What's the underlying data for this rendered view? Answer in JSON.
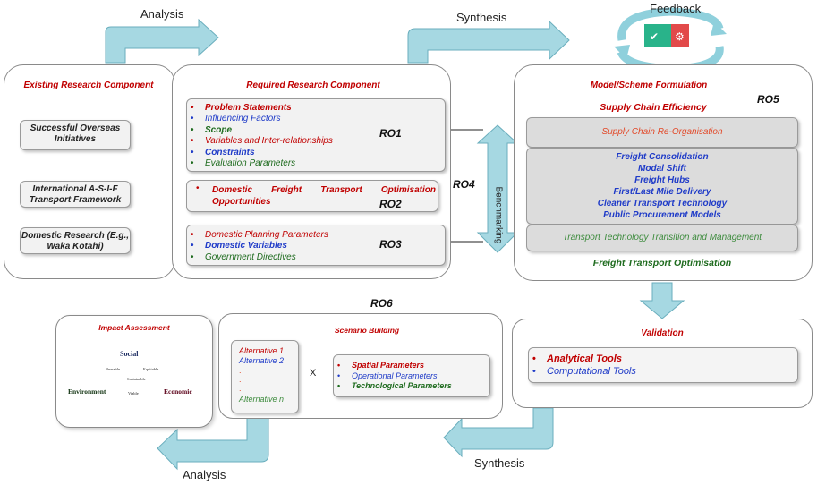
{
  "labels": {
    "analysis_top": "Analysis",
    "synthesis_top": "Synthesis",
    "feedback": "Feedback",
    "analysis_bottom": "Analysis",
    "synthesis_bottom": "Synthesis",
    "benchmarking": "Benchmarking"
  },
  "existing": {
    "title": "Existing Research Component",
    "items": [
      "Successful Overseas Initiatives",
      "International A-S-I-F Transport Framework",
      "Domestic Research (E.g., Waka Kotahi)"
    ]
  },
  "required": {
    "title": "Required Research Component",
    "ro1": {
      "code": "RO1",
      "items": [
        {
          "text": "Problem Statements",
          "color": "red",
          "bold": true
        },
        {
          "text": "Influencing Factors",
          "color": "blue",
          "bold": false
        },
        {
          "text": "Scope",
          "color": "green",
          "bold": true
        },
        {
          "text": "Variables and Inter-relationships",
          "color": "red",
          "bold": false
        },
        {
          "text": "Constraints",
          "color": "blue",
          "bold": true
        },
        {
          "text": "Evaluation Parameters",
          "color": "green",
          "bold": false
        }
      ]
    },
    "ro2": {
      "code": "RO2",
      "text": "Domestic Freight Transport Optimisation Opportunities"
    },
    "ro3": {
      "code": "RO3",
      "items": [
        {
          "text": "Domestic Planning Parameters",
          "color": "red",
          "bold": false
        },
        {
          "text": "Domestic Variables",
          "color": "blue",
          "bold": true
        },
        {
          "text": "Government Directives",
          "color": "green",
          "bold": false
        }
      ]
    },
    "ro4": "RO4"
  },
  "model": {
    "title": "Model/Scheme Formulation",
    "ro5": "RO5",
    "subtitle": "Supply Chain Efficiency",
    "reorg": "Supply Chain Re-Organisation",
    "measures": [
      "Freight Consolidation",
      "Modal Shift",
      "Freight Hubs",
      "First/Last Mile Delivery",
      "Cleaner Transport Technology",
      "Public Procurement Models"
    ],
    "transition": "Transport Technology Transition and Management",
    "footer": "Freight Transport Optimisation"
  },
  "ro6": "RO6",
  "impact": {
    "title": "Impact Assessment",
    "social": "Social",
    "environment": "Environment",
    "economic": "Economic",
    "bearable": "Bearable",
    "equitable": "Equitable",
    "viable": "Viable",
    "center": "Sustainable"
  },
  "scenario": {
    "title": "Scenario Building",
    "alt1": "Alternative 1",
    "alt2": "Alternative 2",
    "dots": [
      ".",
      ".",
      "."
    ],
    "altn": "Alternative n",
    "times": "X",
    "params": [
      {
        "text": "Spatial Parameters",
        "color": "red",
        "bold": true
      },
      {
        "text": "Operational Parameters",
        "color": "blue",
        "bold": false
      },
      {
        "text": "Technological Parameters",
        "color": "green",
        "bold": true
      }
    ]
  },
  "validation": {
    "title": "Validation",
    "items": [
      {
        "text": "Analytical Tools",
        "color": "red",
        "bold": true
      },
      {
        "text": "Computational Tools",
        "color": "blue",
        "bold": false
      }
    ]
  },
  "colors": {
    "arrow": "#9fd4df",
    "arrow_edge": "#6aaebd",
    "title_red": "#c00000",
    "blue": "#1f3bc8",
    "green": "#1e6b1e"
  }
}
